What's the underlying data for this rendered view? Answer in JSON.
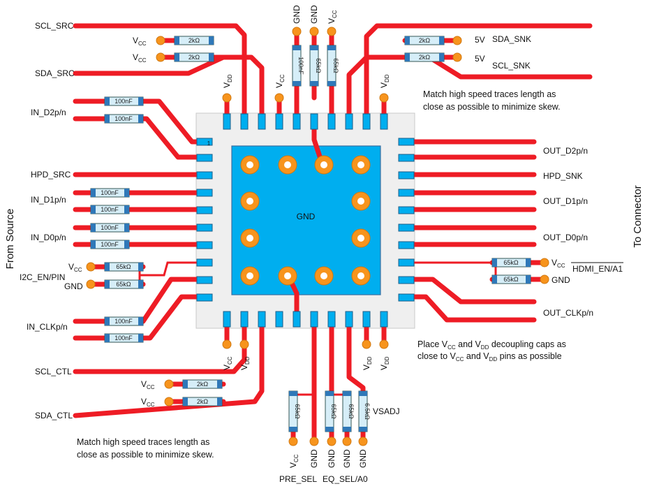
{
  "left_labels": {
    "scl_src": "SCL_SRC",
    "sda_src": "SDA_SRC",
    "in_d2": "IN_D2p/n",
    "hpd_src": "HPD_SRC",
    "in_d1": "IN_D1p/n",
    "in_d0": "IN_D0p/n",
    "i2c_en": "I2C_EN/PIN",
    "in_clk": "IN_CLKp/n",
    "scl_ctl": "SCL_CTL",
    "sda_ctl": "SDA_CTL",
    "from_source": "From Source"
  },
  "right_labels": {
    "sda_snk": "SDA_SNK",
    "scl_snk": "SCL_SNK",
    "out_d2": "OUT_D2p/n",
    "hpd_snk": "HPD_SNK",
    "out_d1": "OUT_D1p/n",
    "out_d0": "OUT_D0p/n",
    "hdmi_en": "HDMI_EN/A1",
    "out_clk": "OUT_CLKp/n",
    "to_connector": "To Connector",
    "five_v": "5V",
    "gnd": "GND"
  },
  "bottom_labels": {
    "pre_sel": "PRE_SEL",
    "eq_sel": "EQ_SEL/A0",
    "vsadj": "VSADJ",
    "gnd": "GND"
  },
  "top_labels": {
    "gnd": "GND"
  },
  "supply": {
    "v": "V",
    "cc": "CC",
    "dd": "DD"
  },
  "component_values": {
    "r_2k": "2kΩ",
    "r_65k": "65kΩ",
    "r_65k_plain": "65kΩ",
    "r_6_5k": "6.5kΩ",
    "c_100n": "100nF"
  },
  "pad": {
    "gnd_label": "GND",
    "pin1": "1"
  },
  "notes": {
    "match_top_1": "Match high speed traces length as",
    "match_top_2": "close as possible to minimize skew.",
    "match_bottom_1": "Match high speed traces length as",
    "match_bottom_2": "close as possible to minimize skew.",
    "decouple_place": "Place V",
    "decouple_and": " and V",
    "decouple_caps": " decoupling caps as",
    "decouple_line2a": "close to V",
    "decouple_line2b": " and V",
    "decouple_line2c": " pins as possible"
  }
}
